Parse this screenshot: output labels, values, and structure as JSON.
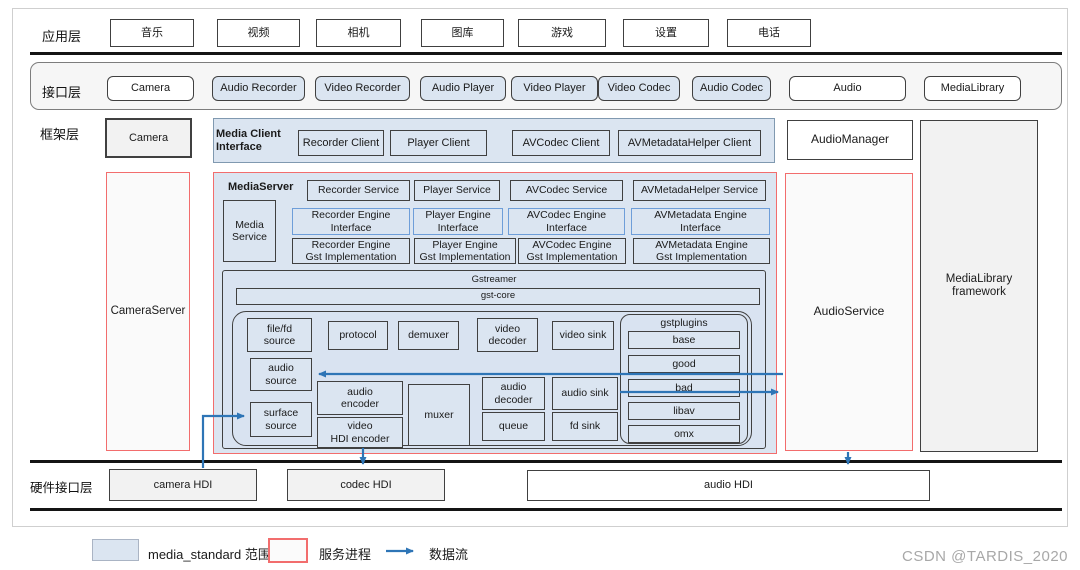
{
  "app_layer": {
    "label": "应用层",
    "apps": [
      "音乐",
      "视频",
      "相机",
      "图库",
      "游戏",
      "设置",
      "电话"
    ]
  },
  "interface_layer": {
    "label": "接口层",
    "items": [
      "Camera",
      "Audio Recorder",
      "Video Recorder",
      "Audio Player",
      "Video Player",
      "Video Codec",
      "Audio Codec",
      "Audio",
      "MediaLibrary"
    ]
  },
  "framework_layer": {
    "label": "框架层",
    "camera": "Camera",
    "audio_manager": "AudioManager",
    "camera_server": "CameraServer",
    "audio_service": "AudioService",
    "medialibrary_lines": [
      "MediaLibrary",
      "framework"
    ],
    "media_client_interface": {
      "title_lines": [
        "Media Client",
        "Interface"
      ],
      "clients": [
        "Recorder Client",
        "Player Client",
        "AVCodec Client",
        "AVMetadataHelper Client"
      ]
    },
    "media_server": {
      "title": "MediaServer",
      "media_service_lines": [
        "Media",
        "Service"
      ],
      "services": [
        "Recorder Service",
        "Player Service",
        "AVCodec Service",
        "AVMetadaHelper Service"
      ],
      "engine_interfaces": [
        {
          "lines": [
            "Recorder Engine",
            "Interface"
          ]
        },
        {
          "lines": [
            "Player Engine",
            "Interface"
          ]
        },
        {
          "lines": [
            "AVCodec Engine",
            "Interface"
          ]
        },
        {
          "lines": [
            "AVMetadata Engine",
            "Interface"
          ]
        }
      ],
      "gst_implementations": [
        {
          "lines": [
            "Recorder Engine",
            "Gst Implementation"
          ]
        },
        {
          "lines": [
            "Player Engine",
            "Gst Implementation"
          ]
        },
        {
          "lines": [
            "AVCodec Engine",
            "Gst Implementation"
          ]
        },
        {
          "lines": [
            "AVMetadata Engine",
            "Gst Implementation"
          ]
        }
      ],
      "gstreamer": {
        "title": "Gstreamer",
        "core": "gst-core",
        "file_fd_source_lines": [
          "file/fd",
          "source"
        ],
        "protocol": "protocol",
        "demuxer": "demuxer",
        "video_decoder_lines": [
          "video",
          "decoder"
        ],
        "video_sink": "video sink",
        "audio_source_lines": [
          "audio",
          "source"
        ],
        "surface_source_lines": [
          "surface",
          "source"
        ],
        "audio_encoder_lines": [
          "audio",
          "encoder"
        ],
        "video_hdi_encoder_lines": [
          "video",
          "HDI encoder"
        ],
        "muxer": "muxer",
        "audio_decoder_lines": [
          "audio",
          "decoder"
        ],
        "queue": "queue",
        "audio_sink": "audio sink",
        "fd_sink": "fd sink",
        "gstplugins": {
          "title": "gstplugins",
          "plugins": [
            "base",
            "good",
            "bad",
            "libav",
            "omx"
          ]
        }
      }
    }
  },
  "hardware_layer": {
    "label": "硬件接口层",
    "camera_hdi": "camera HDI",
    "codec_hdi": "codec HDI",
    "audio_hdi": "audio HDI"
  },
  "legend": {
    "media_standard": "media_standard 范围",
    "service_process": "服务进程",
    "data_flow": "数据流"
  },
  "watermark": "CSDN @TARDIS_2020",
  "colors": {
    "media_standard_fill": "#dbe5f1",
    "service_process_border": "#f26d6d",
    "data_flow_arrow": "#2e75b6"
  }
}
